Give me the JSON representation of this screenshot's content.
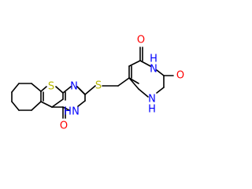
{
  "molecule": {
    "colors": {
      "bond": "#000000",
      "carbon_bond": "#000000",
      "sulfur": "#b8b800",
      "nitrogen": "#0000ff",
      "oxygen": "#ff0000",
      "background": "#ffffff"
    },
    "atoms": {
      "s_thiophene": "S",
      "s_thioether": "S",
      "n_pyrimidine": "N",
      "nh_pyrimidinone_h": "H",
      "nh_pyrimidinone_n": "N",
      "o_pyrimidinone": "O",
      "nh_uracil_upper_h": "H",
      "nh_uracil_upper_n": "N",
      "nh_uracil_lower_h": "H",
      "nh_uracil_lower_n": "N",
      "o_uracil_top": "O",
      "o_uracil_right": "O"
    }
  }
}
